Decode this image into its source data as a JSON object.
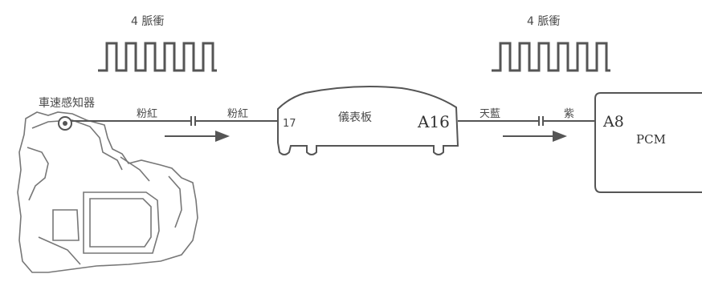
{
  "pulse_left": {
    "label": "4 脈衝"
  },
  "pulse_right": {
    "label": "4 脈衝"
  },
  "sensor": {
    "label": "車速感知器"
  },
  "wire1": {
    "label_a": "粉紅",
    "label_b": "粉紅"
  },
  "cluster": {
    "label": "儀表板",
    "pin_in": "17",
    "pin_out": "A16"
  },
  "wire2": {
    "label_a": "天藍",
    "label_b": "紫"
  },
  "pcm": {
    "label": "PCM",
    "pin": "A8"
  },
  "colors": {
    "line": "#555555",
    "text": "#444444"
  }
}
